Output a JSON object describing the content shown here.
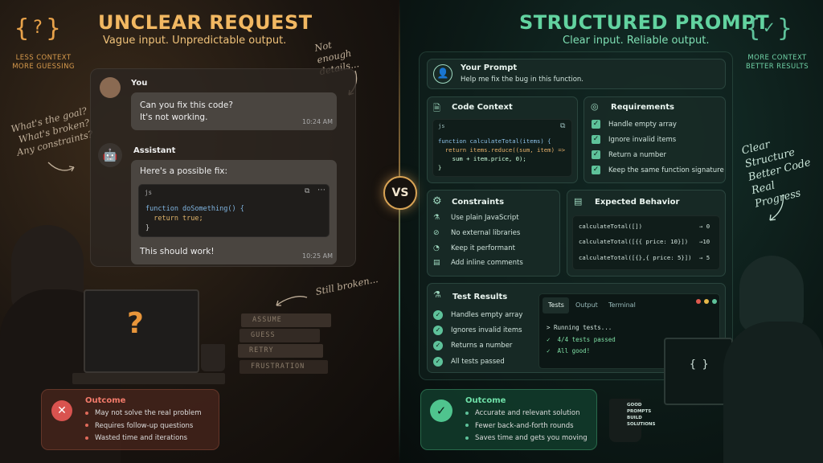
{
  "left": {
    "corner_icon": "question-braces-icon",
    "corner_caption_1": "LESS CONTEXT",
    "corner_caption_2": "MORE GUESSING",
    "title": "UNCLEAR REQUEST",
    "subtitle": "Vague input. Unpredictable output.",
    "note_top": "Not enough details...",
    "note_side_1": "What's the goal?",
    "note_side_2": "What's broken?",
    "note_side_3": "Any constraints?",
    "note_bottom": "Still broken...",
    "chat": {
      "user_label": "You",
      "user_msg_1": "Can you fix this code?",
      "user_msg_2": "It's not working.",
      "user_time": "10:24 AM",
      "assistant_label": "Assistant",
      "assistant_intro": "Here's a possible fix:",
      "code_lang": "js",
      "code_1": "function doSomething() {",
      "code_2": "  return true;",
      "code_3": "}",
      "assistant_outro": "This should work!",
      "assistant_time": "10:25 AM"
    },
    "books": [
      "ASSUME",
      "GUESS",
      "RETRY",
      "FRUSTRATION"
    ],
    "laptop_glyph": "?",
    "outcome": {
      "title": "Outcome",
      "items": [
        "May not solve the real problem",
        "Requires follow-up questions",
        "Wasted time and iterations"
      ]
    }
  },
  "vs_label": "VS",
  "right": {
    "corner_icon": "check-braces-icon",
    "corner_caption_1": "MORE CONTEXT",
    "corner_caption_2": "BETTER RESULTS",
    "title": "STRUCTURED PROMPT",
    "subtitle": "Clear input. Reliable output.",
    "note_1": "Clear",
    "note_2": "Structure",
    "note_3": "Better Code",
    "note_4": "Real Progress",
    "prompt": {
      "title": "Your Prompt",
      "text": "Help me fix the bug in this function."
    },
    "code_context": {
      "title": "Code Context",
      "lang": "js",
      "line_1": "function calculateTotal(items) {",
      "line_2": "  return items.reduce((sum, item) =>",
      "line_3": "    sum + item.price, 0);",
      "line_4": "}"
    },
    "requirements": {
      "title": "Requirements",
      "items": [
        "Handle empty array",
        "Ignore invalid items",
        "Return a number",
        "Keep the same function signature"
      ]
    },
    "constraints": {
      "title": "Constraints",
      "items": [
        "Use plain JavaScript",
        "No external libraries",
        "Keep it performant",
        "Add inline comments"
      ]
    },
    "expected": {
      "title": "Expected Behavior",
      "rows": [
        {
          "call": "calculateTotal([])",
          "result": "→ 0"
        },
        {
          "call": "calculateTotal([{{ price: 10}])",
          "result": "→10"
        },
        {
          "call": "calculateTotal([{},{ price: 5}])",
          "result": "→ 5"
        }
      ]
    },
    "tests": {
      "title": "Test Results",
      "items": [
        "Handles empty array",
        "Ignores invalid items",
        "Returns a number",
        "All tests passed"
      ],
      "tabs": [
        "Tests",
        "Output",
        "Terminal"
      ],
      "term_1": "> Running tests...",
      "term_2": "✓  4/4 tests passed",
      "term_3": "✓  All good!"
    },
    "mug_text": [
      "GOOD",
      "PROMPTS",
      "BUILD",
      "SOLUTIONS"
    ],
    "laptop_glyph": "{ }",
    "outcome": {
      "title": "Outcome",
      "items": [
        "Accurate and relevant solution",
        "Fewer back-and-forth rounds",
        "Saves time and gets you moving"
      ]
    }
  }
}
